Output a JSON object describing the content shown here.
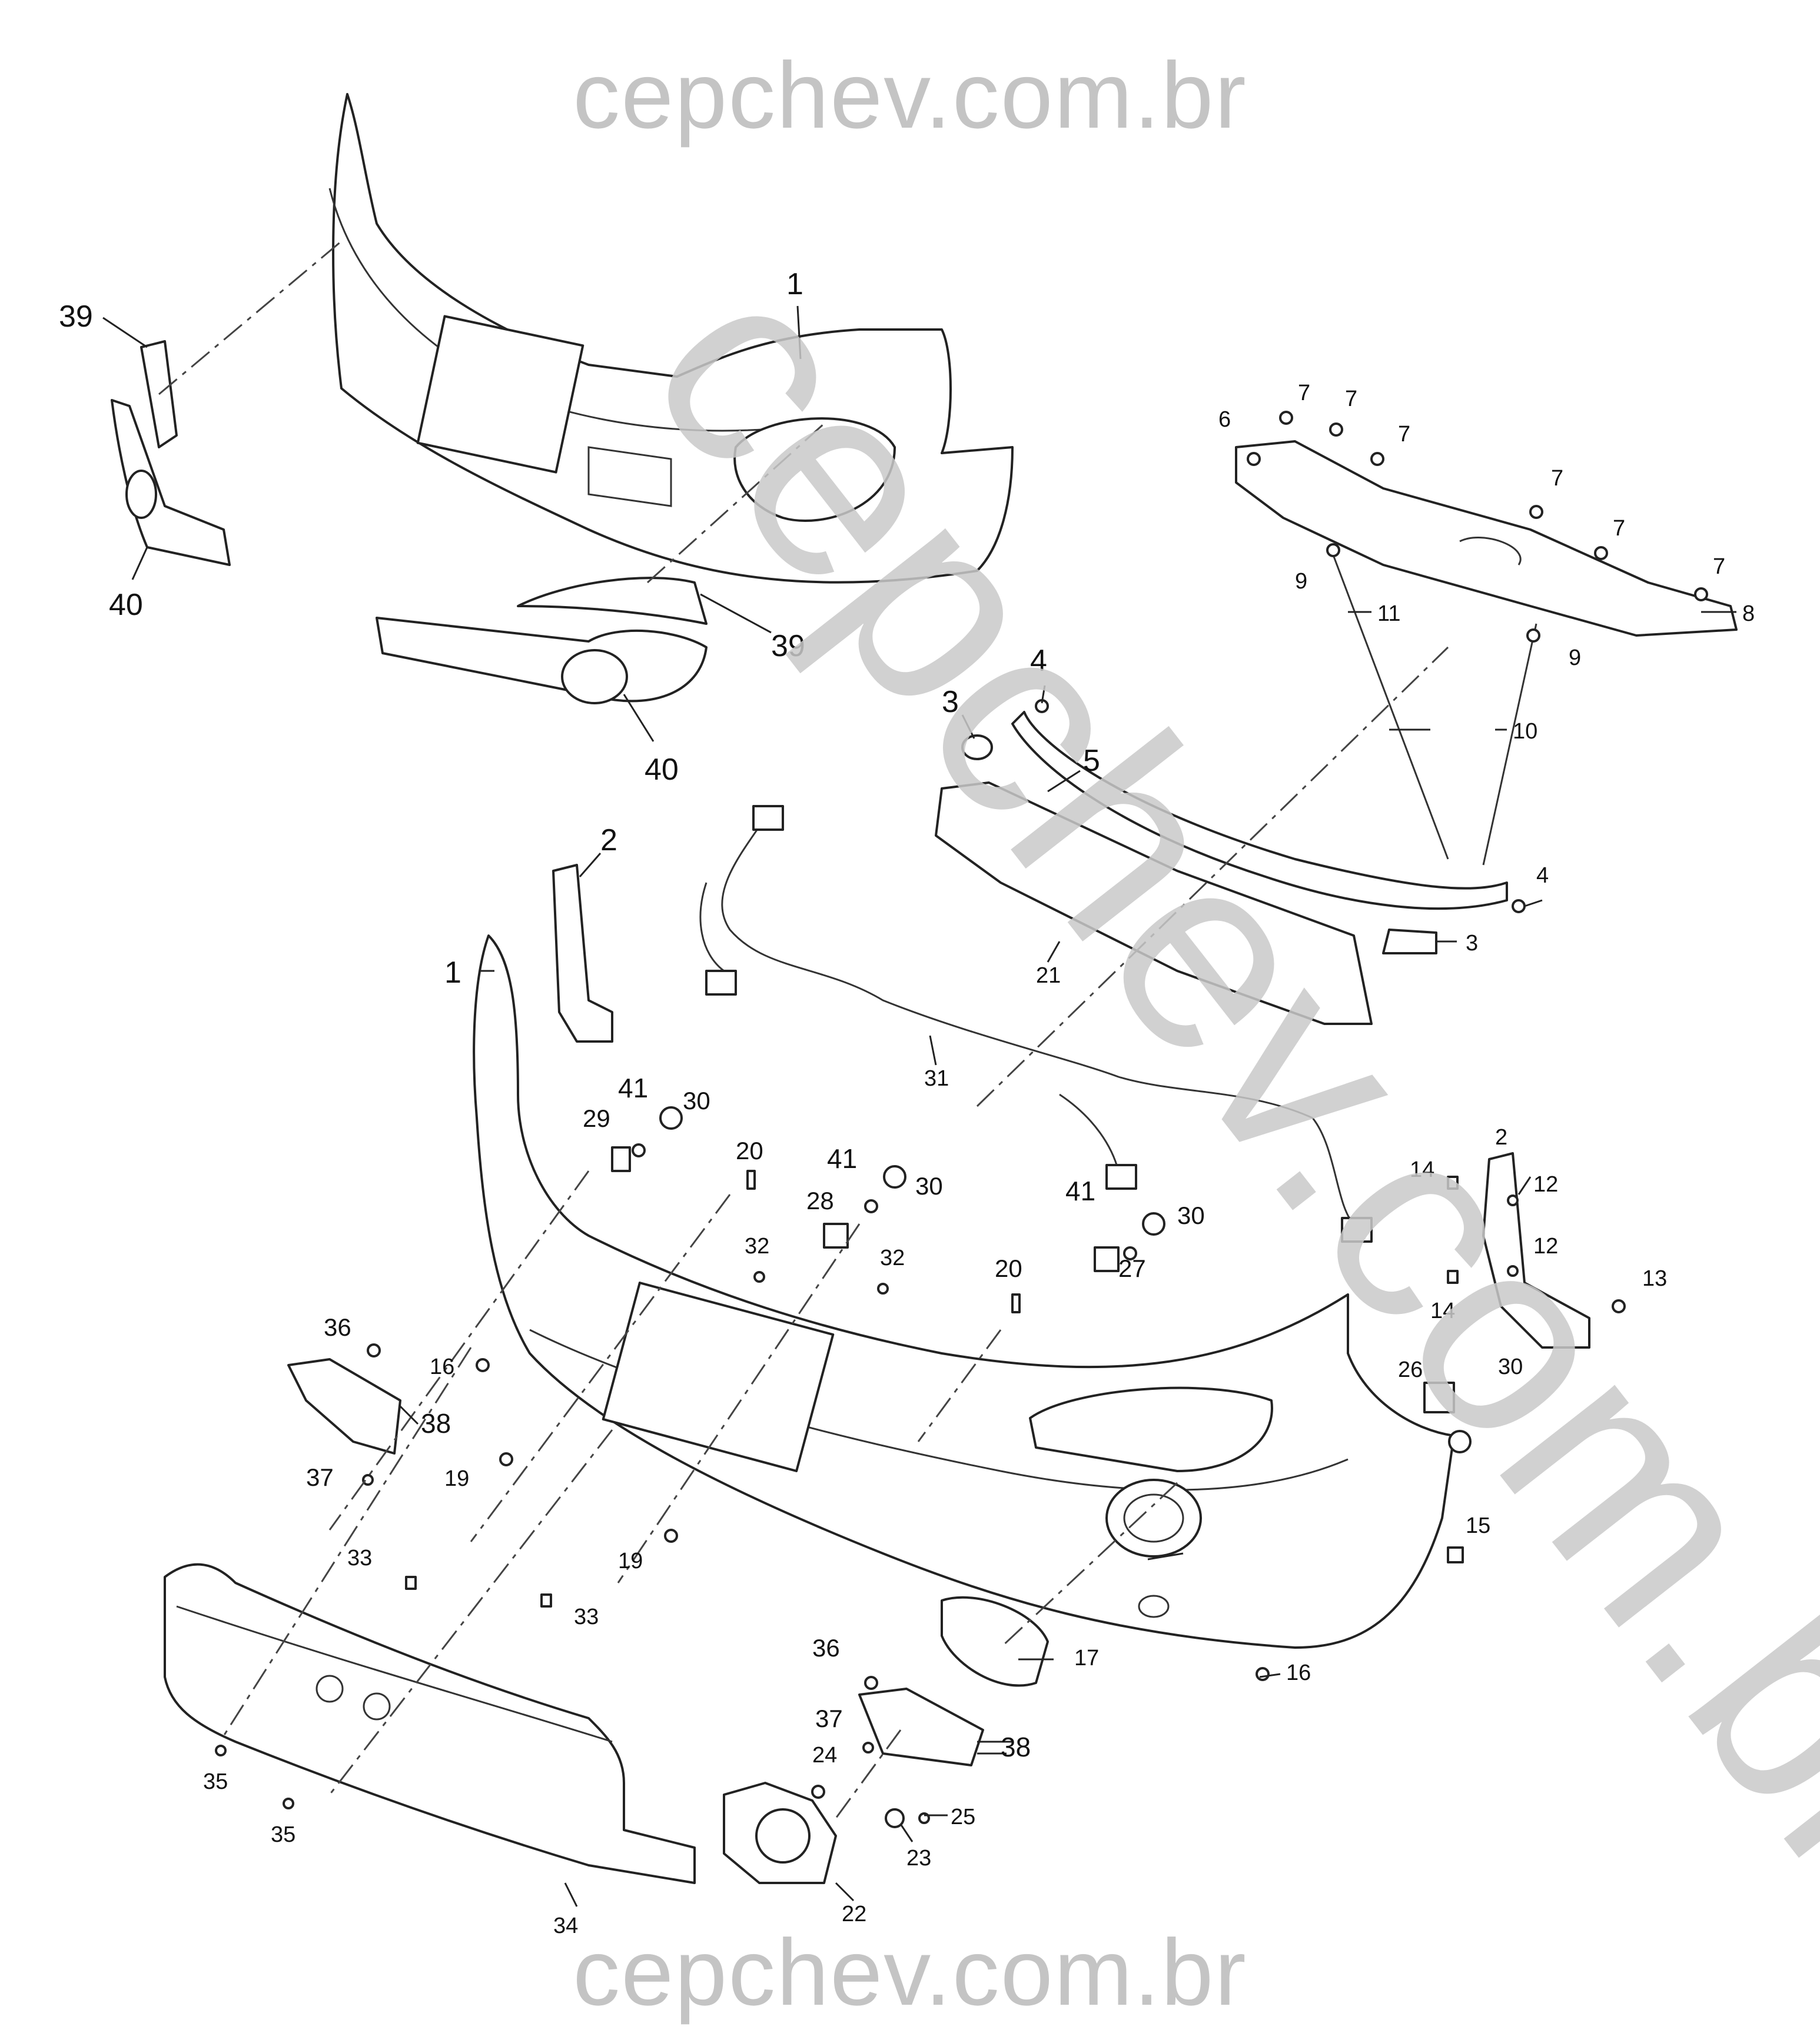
{
  "watermark": {
    "top": "cepchev.com.br",
    "bottom": "cepchev.com.br",
    "diagonal": "cepchev.com.br"
  },
  "callouts": [
    {
      "id": "c1a",
      "label": "1"
    },
    {
      "id": "c39a",
      "label": "39"
    },
    {
      "id": "c40a",
      "label": "40"
    },
    {
      "id": "c39b",
      "label": "39"
    },
    {
      "id": "c40b",
      "label": "40"
    },
    {
      "id": "c6",
      "label": "6"
    },
    {
      "id": "c7a",
      "label": "7"
    },
    {
      "id": "c7b",
      "label": "7"
    },
    {
      "id": "c7c",
      "label": "7"
    },
    {
      "id": "c7d",
      "label": "7"
    },
    {
      "id": "c7e",
      "label": "7"
    },
    {
      "id": "c7f",
      "label": "7"
    },
    {
      "id": "c8",
      "label": "8"
    },
    {
      "id": "c9a",
      "label": "9"
    },
    {
      "id": "c9b",
      "label": "9"
    },
    {
      "id": "c11",
      "label": "11"
    },
    {
      "id": "c10",
      "label": "10"
    },
    {
      "id": "c3a",
      "label": "3"
    },
    {
      "id": "c4a",
      "label": "4"
    },
    {
      "id": "c5",
      "label": "5"
    },
    {
      "id": "c2a",
      "label": "2"
    },
    {
      "id": "c4b",
      "label": "4"
    },
    {
      "id": "c3b",
      "label": "3"
    },
    {
      "id": "c21",
      "label": "21"
    },
    {
      "id": "c1b",
      "label": "1"
    },
    {
      "id": "c31",
      "label": "31"
    },
    {
      "id": "c41a",
      "label": "41"
    },
    {
      "id": "c30a",
      "label": "30"
    },
    {
      "id": "c29",
      "label": "29"
    },
    {
      "id": "c20a",
      "label": "20"
    },
    {
      "id": "c41b",
      "label": "41"
    },
    {
      "id": "c30b",
      "label": "30"
    },
    {
      "id": "c28",
      "label": "28"
    },
    {
      "id": "c41c",
      "label": "41"
    },
    {
      "id": "c30c",
      "label": "30"
    },
    {
      "id": "c27",
      "label": "27"
    },
    {
      "id": "c32a",
      "label": "32"
    },
    {
      "id": "c32b",
      "label": "32"
    },
    {
      "id": "c20b",
      "label": "20"
    },
    {
      "id": "c2b",
      "label": "2"
    },
    {
      "id": "c14a",
      "label": "14"
    },
    {
      "id": "c12a",
      "label": "12"
    },
    {
      "id": "c12b",
      "label": "12"
    },
    {
      "id": "c14b",
      "label": "14"
    },
    {
      "id": "c13",
      "label": "13"
    },
    {
      "id": "c36a",
      "label": "36"
    },
    {
      "id": "c16a",
      "label": "16"
    },
    {
      "id": "c38a",
      "label": "38"
    },
    {
      "id": "c37a",
      "label": "37"
    },
    {
      "id": "c19a",
      "label": "19"
    },
    {
      "id": "c19b",
      "label": "19"
    },
    {
      "id": "c26",
      "label": "26"
    },
    {
      "id": "c30d",
      "label": "30"
    },
    {
      "id": "c15",
      "label": "15"
    },
    {
      "id": "c33a",
      "label": "33"
    },
    {
      "id": "c33b",
      "label": "33"
    },
    {
      "id": "c17",
      "label": "17"
    },
    {
      "id": "c16b",
      "label": "16"
    },
    {
      "id": "c36b",
      "label": "36"
    },
    {
      "id": "c37b",
      "label": "37"
    },
    {
      "id": "c38b",
      "label": "38"
    },
    {
      "id": "c24",
      "label": "24"
    },
    {
      "id": "c25",
      "label": "25"
    },
    {
      "id": "c23",
      "label": "23"
    },
    {
      "id": "c22",
      "label": "22"
    },
    {
      "id": "c35a",
      "label": "35"
    },
    {
      "id": "c35b",
      "label": "35"
    },
    {
      "id": "c34",
      "label": "34"
    }
  ]
}
